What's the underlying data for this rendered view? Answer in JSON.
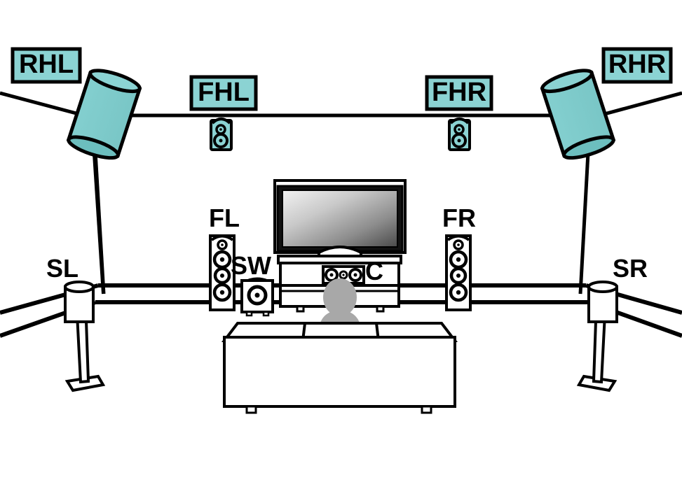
{
  "diagram": {
    "title": "Home theater speaker layout",
    "colors": {
      "accent_teal": "#7FCBCB",
      "accent_teal_shade": "#6CBEBE",
      "outline": "#000000",
      "person_gray": "#A8A8A8",
      "background": "#FFFFFF"
    },
    "labels": {
      "rhl": "RHL",
      "rhr": "RHR",
      "fhl": "FHL",
      "fhr": "FHR",
      "fl": "FL",
      "fr": "FR",
      "sl": "SL",
      "sr": "SR",
      "sw": "SW",
      "c": "C"
    },
    "speakers": [
      {
        "id": "rhl",
        "label": "RHL",
        "name": "Rear Height Left",
        "style": "ceiling-cylinder",
        "boxed_label": true
      },
      {
        "id": "rhr",
        "label": "RHR",
        "name": "Rear Height Right",
        "style": "ceiling-cylinder",
        "boxed_label": true
      },
      {
        "id": "fhl",
        "label": "FHL",
        "name": "Front Height Left",
        "style": "wall-mini",
        "boxed_label": true
      },
      {
        "id": "fhr",
        "label": "FHR",
        "name": "Front Height Right",
        "style": "wall-mini",
        "boxed_label": true
      },
      {
        "id": "fl",
        "label": "FL",
        "name": "Front Left",
        "style": "floorstanding",
        "boxed_label": false
      },
      {
        "id": "fr",
        "label": "FR",
        "name": "Front Right",
        "style": "floorstanding",
        "boxed_label": false
      },
      {
        "id": "c",
        "label": "C",
        "name": "Center",
        "style": "center-channel",
        "boxed_label": false
      },
      {
        "id": "sw",
        "label": "SW",
        "name": "Subwoofer",
        "style": "subwoofer",
        "boxed_label": false
      },
      {
        "id": "sl",
        "label": "SL",
        "name": "Surround Left",
        "style": "stand-mounted",
        "boxed_label": false
      },
      {
        "id": "sr",
        "label": "SR",
        "name": "Surround Right",
        "style": "stand-mounted",
        "boxed_label": false
      }
    ],
    "furniture": [
      {
        "id": "tv",
        "name": "Television"
      },
      {
        "id": "stand",
        "name": "TV cabinet"
      },
      {
        "id": "sofa",
        "name": "Sofa"
      },
      {
        "id": "person",
        "name": "Listener"
      }
    ]
  }
}
